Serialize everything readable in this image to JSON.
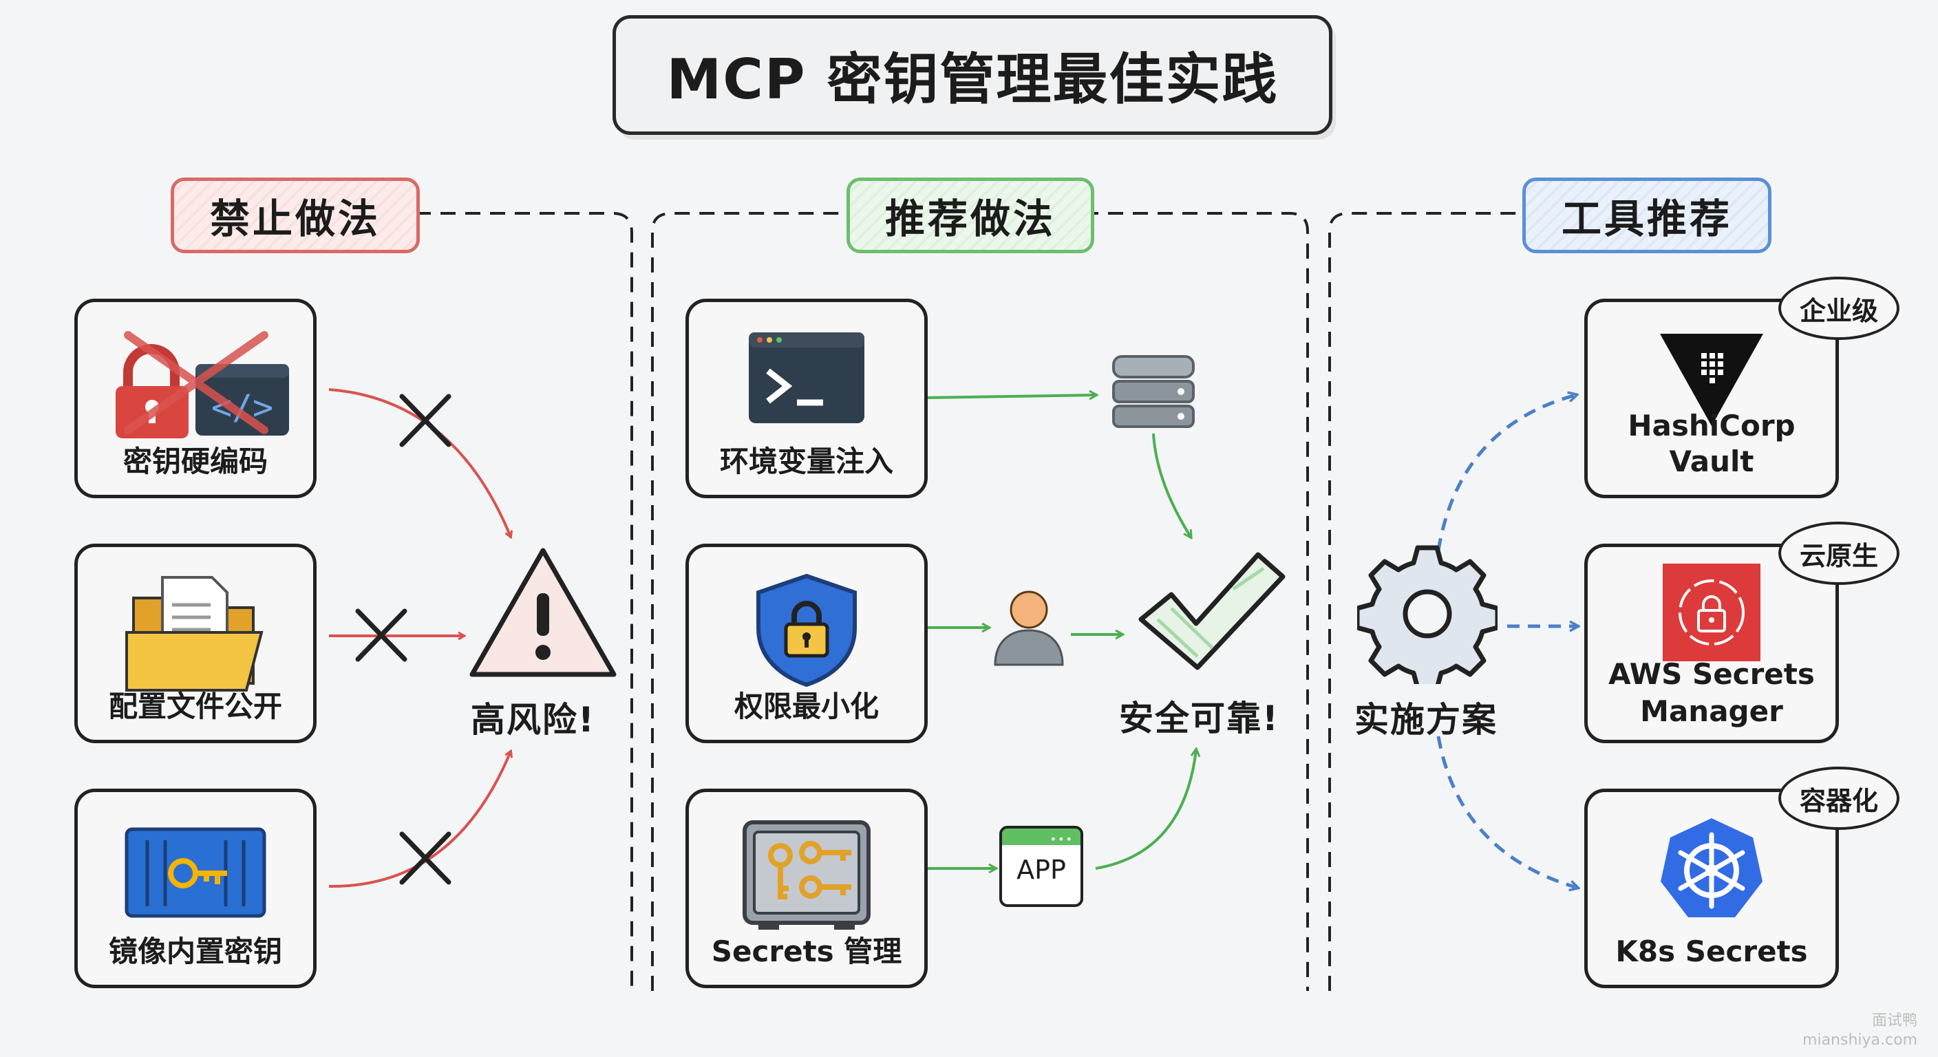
{
  "title": "MCP 密钥管理最佳实践",
  "sections": {
    "forbidden": "禁止做法",
    "recommended": "推荐做法",
    "tools": "工具推荐"
  },
  "forbidden_items": [
    "密钥硬编码",
    "配置文件公开",
    "镜像内置密钥"
  ],
  "forbidden_result": "高风险!",
  "recommended_items": [
    "环境变量注入",
    "权限最小化",
    "Secrets 管理"
  ],
  "recommended_result": "安全可靠!",
  "app_label": "APP",
  "solution_label": "实施方案",
  "tools": [
    {
      "name": "HashiCorp Vault",
      "badge": "企业级"
    },
    {
      "name_line1": "AWS Secrets",
      "name_line2": "Manager",
      "badge": "云原生"
    },
    {
      "name": "K8s Secrets",
      "badge": "容器化"
    }
  ],
  "watermark": {
    "line1": "面试鸭",
    "line2": "mianshiya.com"
  },
  "colors": {
    "danger": "#d9534f",
    "success": "#4caf50",
    "info": "#4a80c9",
    "ink": "#222222"
  }
}
